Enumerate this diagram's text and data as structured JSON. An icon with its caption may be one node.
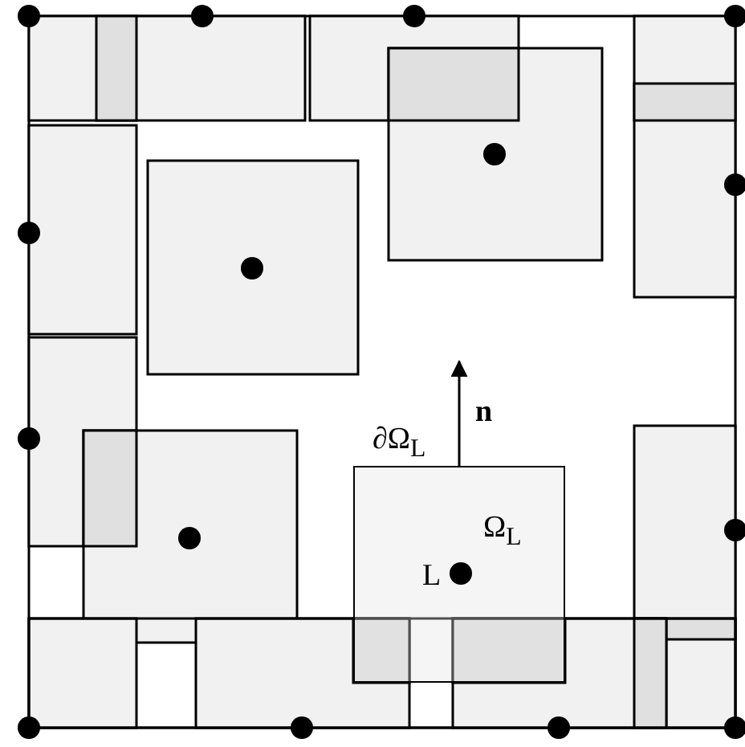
{
  "diagram": {
    "nodes": [
      {
        "text": [
          "Ω$_{L}$",
          "L"
        ],
        "beside": [
          "∂Ω$_{L}$"
        ]
      }
    ],
    "labels": [
      "**n**"
    ]
  }
}
